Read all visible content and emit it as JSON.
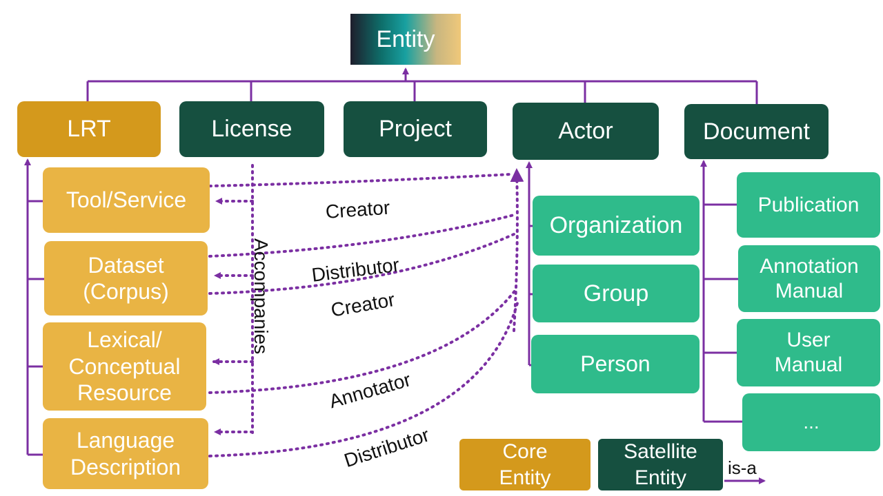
{
  "entity": "Entity",
  "top_nodes": {
    "lrt": "LRT",
    "license": "License",
    "project": "Project",
    "actor": "Actor",
    "document": "Document"
  },
  "lrt_children": {
    "tool": "Tool/Service",
    "dataset": "Dataset\n(Corpus)",
    "lexical": "Lexical/\nConceptual\nResource",
    "language": "Language\nDescription"
  },
  "actor_children": {
    "organization": "Organization",
    "group": "Group",
    "person": "Person"
  },
  "document_children": {
    "publication": "Publication",
    "annotation": "Annotation\nManual",
    "user": "User\nManual",
    "more": "..."
  },
  "relations": {
    "accompanies": "Accompanies",
    "creator_1": "Creator",
    "distributor_1": "Distributor",
    "creator_2": "Creator",
    "annotator": "Annotator",
    "distributor_2": "Distributor"
  },
  "legend": {
    "core": "Core\nEntity",
    "satellite": "Satellite\nEntity",
    "isa": "is-a"
  },
  "colors": {
    "core": "#d4991c",
    "satellite": "#165040",
    "lrt_sub": "#e9b444",
    "satellite_sub": "#2fbb8b",
    "relation": "#7b2fa2"
  }
}
